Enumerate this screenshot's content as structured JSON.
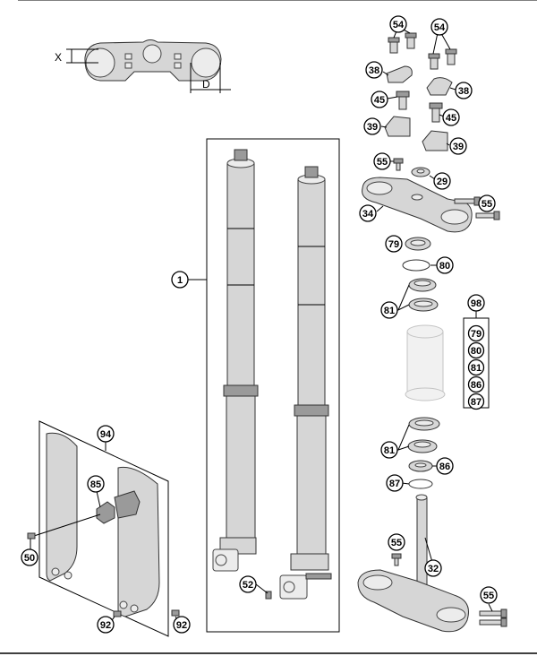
{
  "diagram": {
    "dimension_labels": {
      "x": "X",
      "d": "D"
    },
    "callouts": [
      {
        "id": "c54a",
        "label": "54"
      },
      {
        "id": "c54b",
        "label": "54"
      },
      {
        "id": "c38a",
        "label": "38"
      },
      {
        "id": "c38b",
        "label": "38"
      },
      {
        "id": "c45a",
        "label": "45"
      },
      {
        "id": "c45b",
        "label": "45"
      },
      {
        "id": "c39a",
        "label": "39"
      },
      {
        "id": "c39b",
        "label": "39"
      },
      {
        "id": "c55a",
        "label": "55"
      },
      {
        "id": "c29",
        "label": "29"
      },
      {
        "id": "c55b",
        "label": "55"
      },
      {
        "id": "c34",
        "label": "34"
      },
      {
        "id": "c79",
        "label": "79"
      },
      {
        "id": "c80",
        "label": "80"
      },
      {
        "id": "c81a",
        "label": "81"
      },
      {
        "id": "c1",
        "label": "1"
      },
      {
        "id": "c81b",
        "label": "81"
      },
      {
        "id": "c86",
        "label": "86"
      },
      {
        "id": "c87",
        "label": "87"
      },
      {
        "id": "c94",
        "label": "94"
      },
      {
        "id": "c85",
        "label": "85"
      },
      {
        "id": "c50",
        "label": "50"
      },
      {
        "id": "c52",
        "label": "52"
      },
      {
        "id": "c55c",
        "label": "55"
      },
      {
        "id": "c32",
        "label": "32"
      },
      {
        "id": "c55d",
        "label": "55"
      },
      {
        "id": "c92a",
        "label": "92"
      },
      {
        "id": "c92b",
        "label": "92"
      }
    ],
    "kit": {
      "label": "98",
      "items": [
        "79",
        "80",
        "81",
        "86",
        "87"
      ]
    }
  }
}
